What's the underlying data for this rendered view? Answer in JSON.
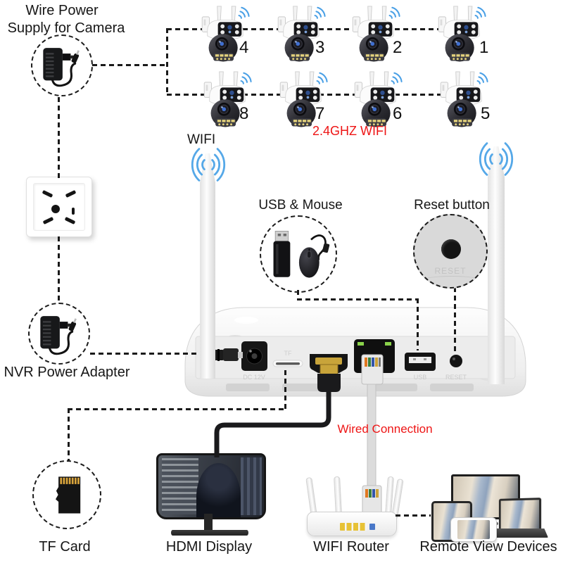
{
  "labels": {
    "wire_power_line1": "Wire Power",
    "wire_power_line2": "Supply for Camera",
    "wifi": "WIFI",
    "wifi_24": "2.4GHZ WIFI",
    "usb_mouse": "USB & Mouse",
    "reset_button": "Reset button",
    "reset_inside": "RESET",
    "nvr_power_adapter": "NVR Power Adapter",
    "wired_connection": "Wired Connection",
    "tf_card": "TF Card",
    "hdmi_display": "HDMI Display",
    "wifi_router": "WIFI Router",
    "remote_view_devices": "Remote View Devices"
  },
  "nvr_ports": {
    "dc": "DC 12V",
    "tf": "TF",
    "usb": "USB",
    "reset": "RESET"
  },
  "cameras": {
    "row1": [
      "4",
      "3",
      "2",
      "1"
    ],
    "row2": [
      "8",
      "7",
      "6",
      "5"
    ]
  },
  "colors": {
    "accent_red": "#ee1515",
    "wifi_blue": "#4aa0e6"
  },
  "icons": {
    "power-adapter-icon": "black wall power adapter with cable",
    "wall-outlet-icon": "five-hole wall power socket",
    "usb-drive-icon": "usb flash drive",
    "mouse-icon": "wired usb mouse",
    "tf-card-icon": "micro sd memory card",
    "wifi-signal-icon": "blue wifi arcs"
  }
}
